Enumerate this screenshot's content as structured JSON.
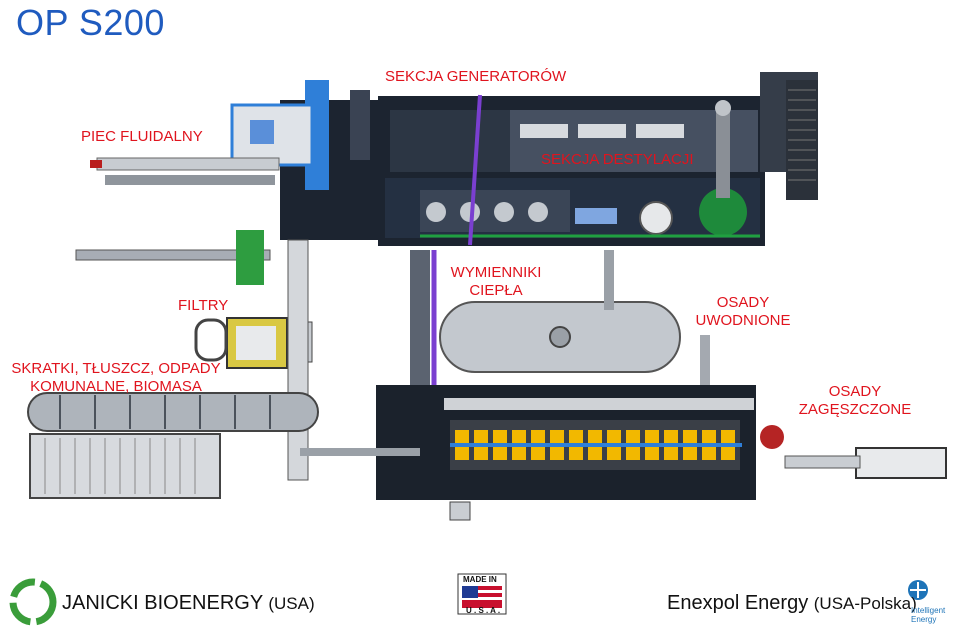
{
  "title": "OP S200",
  "labels": {
    "generators": "SEKCJA GENERATORÓW",
    "fluid_furnace": "PIEC FLUIDALNY",
    "distillation": "SEKCJA DESTYLACJI",
    "heat_exchangers_l1": "WYMIENNIKI",
    "heat_exchangers_l2": "CIEPŁA",
    "filters": "FILTRY",
    "dewatered_l1": "OSADY",
    "dewatered_l2": "UWODNIONE",
    "waste_l1": "SKRATKI, TŁUSZCZ, ODPADY",
    "waste_l2": "KOMUNALNE, BIOMASA",
    "thickened_l1": "OSADY",
    "thickened_l2": "ZAGĘSZCZONE"
  },
  "footer": {
    "left_main": "JANICKI BIOENERGY",
    "left_sub": "(USA)",
    "right_main": "Enexpol Energy",
    "right_sub": "(USA-Polska)",
    "made_line1": "MADE IN",
    "made_line2": "U . S . A .",
    "logo_line1": "Intelligent",
    "logo_line2": "Energy"
  },
  "colors": {
    "title": "#1f5bbf",
    "labels": "#e0141e",
    "machine_dark": "#1c2430",
    "machine_grey": "#b9bec4",
    "pipe_purple": "#7a3fd0",
    "pipe_green": "#20a040",
    "cyl_blue": "#2f7fd8",
    "drum_yellow": "#f2b800"
  }
}
